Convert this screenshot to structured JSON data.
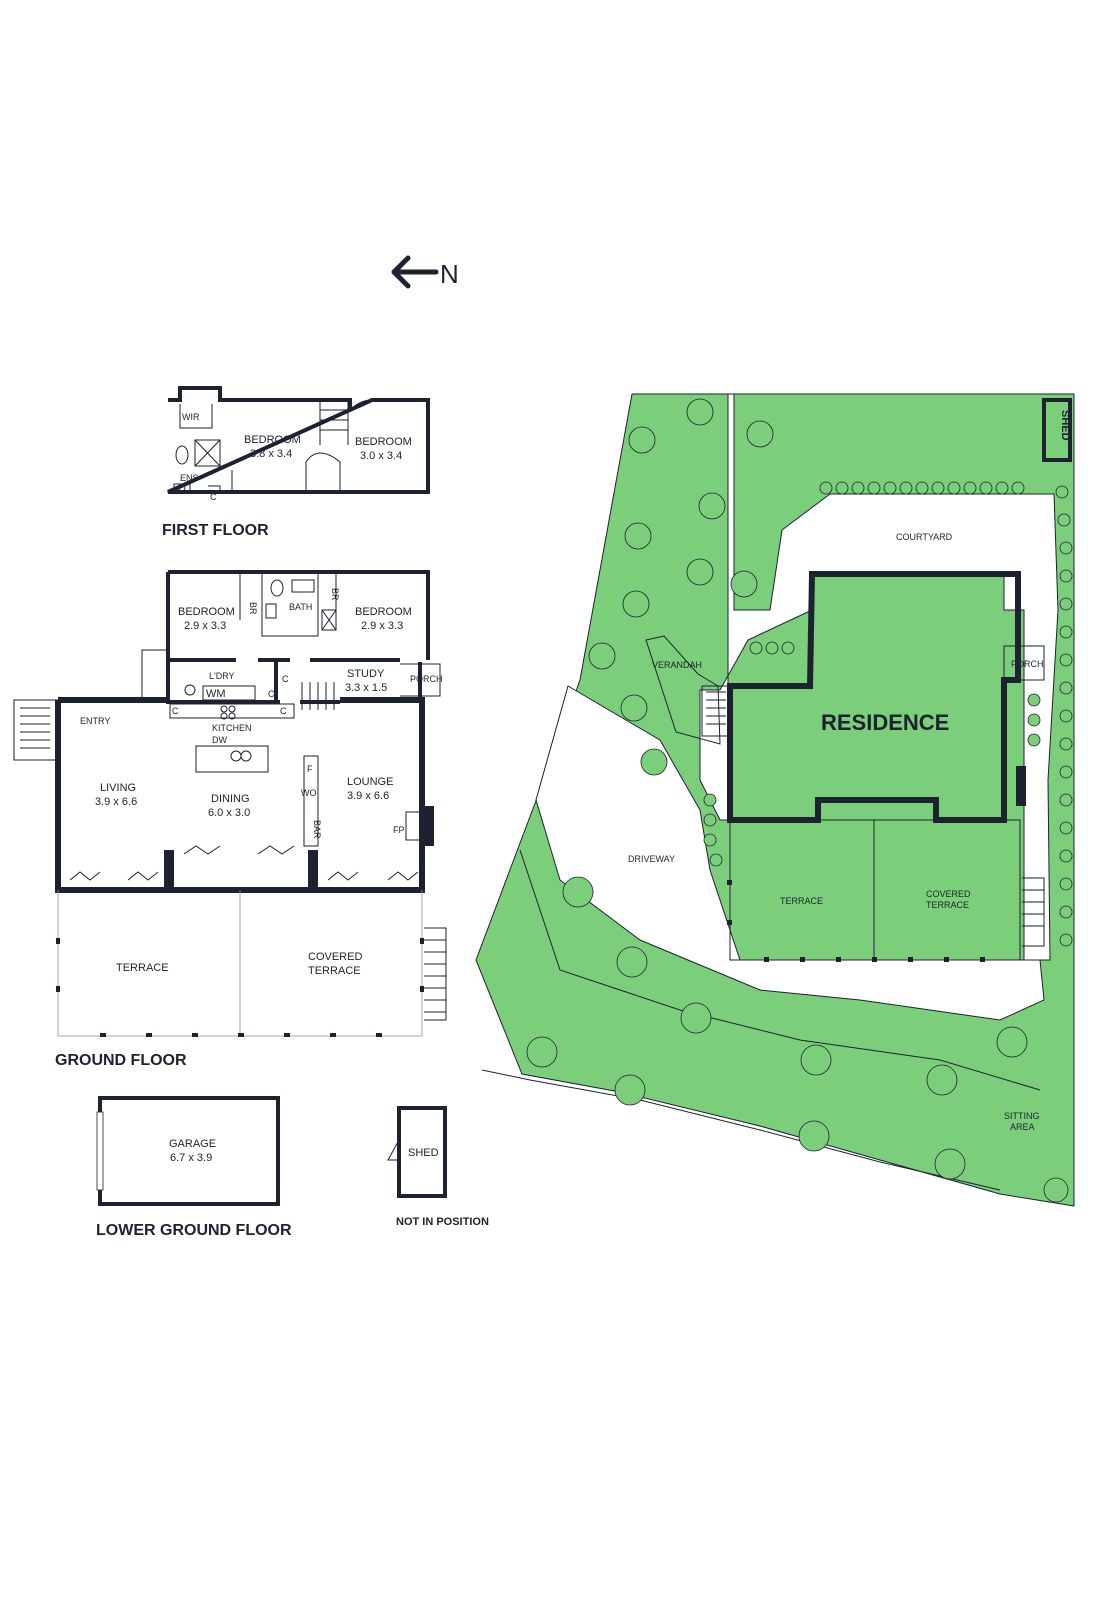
{
  "compass": {
    "label": "N"
  },
  "first_floor": {
    "title": "FIRST FLOOR",
    "rooms": {
      "wir": "WIR",
      "ens": "ENS",
      "c": "C",
      "bedroom1_name": "BEDROOM",
      "bedroom1_dim": "3.8 x 3.4",
      "bedroom2_name": "BEDROOM",
      "bedroom2_dim": "3.0 x 3.4"
    }
  },
  "ground_floor": {
    "title": "GROUND FLOOR",
    "rooms": {
      "bedroom_a_name": "BEDROOM",
      "bedroom_a_dim": "2.9 x 3.3",
      "br_a": "BR",
      "bath": "BATH",
      "br_b": "BR",
      "bedroom_b_name": "BEDROOM",
      "bedroom_b_dim": "2.9 x 3.3",
      "ldry": "L'DRY",
      "wm": "WM",
      "c1": "C",
      "c2": "C",
      "c3": "C",
      "c4": "C",
      "study_name": "STUDY",
      "study_dim": "3.3 x 1.5",
      "porch": "PORCH",
      "entry": "ENTRY",
      "kitchen": "KITCHEN",
      "dw": "DW",
      "living_name": "LIVING",
      "living_dim": "3.9 x 6.6",
      "dining_name": "DINING",
      "dining_dim": "6.0 x 3.0",
      "f": "F",
      "wo": "WO",
      "bar": "BAR",
      "lounge_name": "LOUNGE",
      "lounge_dim": "3.9 x 6.6",
      "fp": "FP",
      "terrace": "TERRACE",
      "covered_terrace_1": "COVERED",
      "covered_terrace_2": "TERRACE"
    }
  },
  "lower_ground_floor": {
    "title": "LOWER GROUND FLOOR",
    "garage_name": "GARAGE",
    "garage_dim": "6.7 x 3.9"
  },
  "shed_block": {
    "shed": "SHED",
    "note": "NOT IN POSITION"
  },
  "site_plan": {
    "shed": "SHED",
    "courtyard": "COURTYARD",
    "verandah": "VERANDAH",
    "porch": "PORCH",
    "residence": "RESIDENCE",
    "driveway": "DRIVEWAY",
    "terrace": "TERRACE",
    "covered_terrace_1": "COVERED",
    "covered_terrace_2": "TERRACE",
    "sitting_area_1": "SITTING",
    "sitting_area_2": "AREA"
  },
  "colors": {
    "lawn": "#7ccf7a",
    "ink": "#1c2230"
  }
}
